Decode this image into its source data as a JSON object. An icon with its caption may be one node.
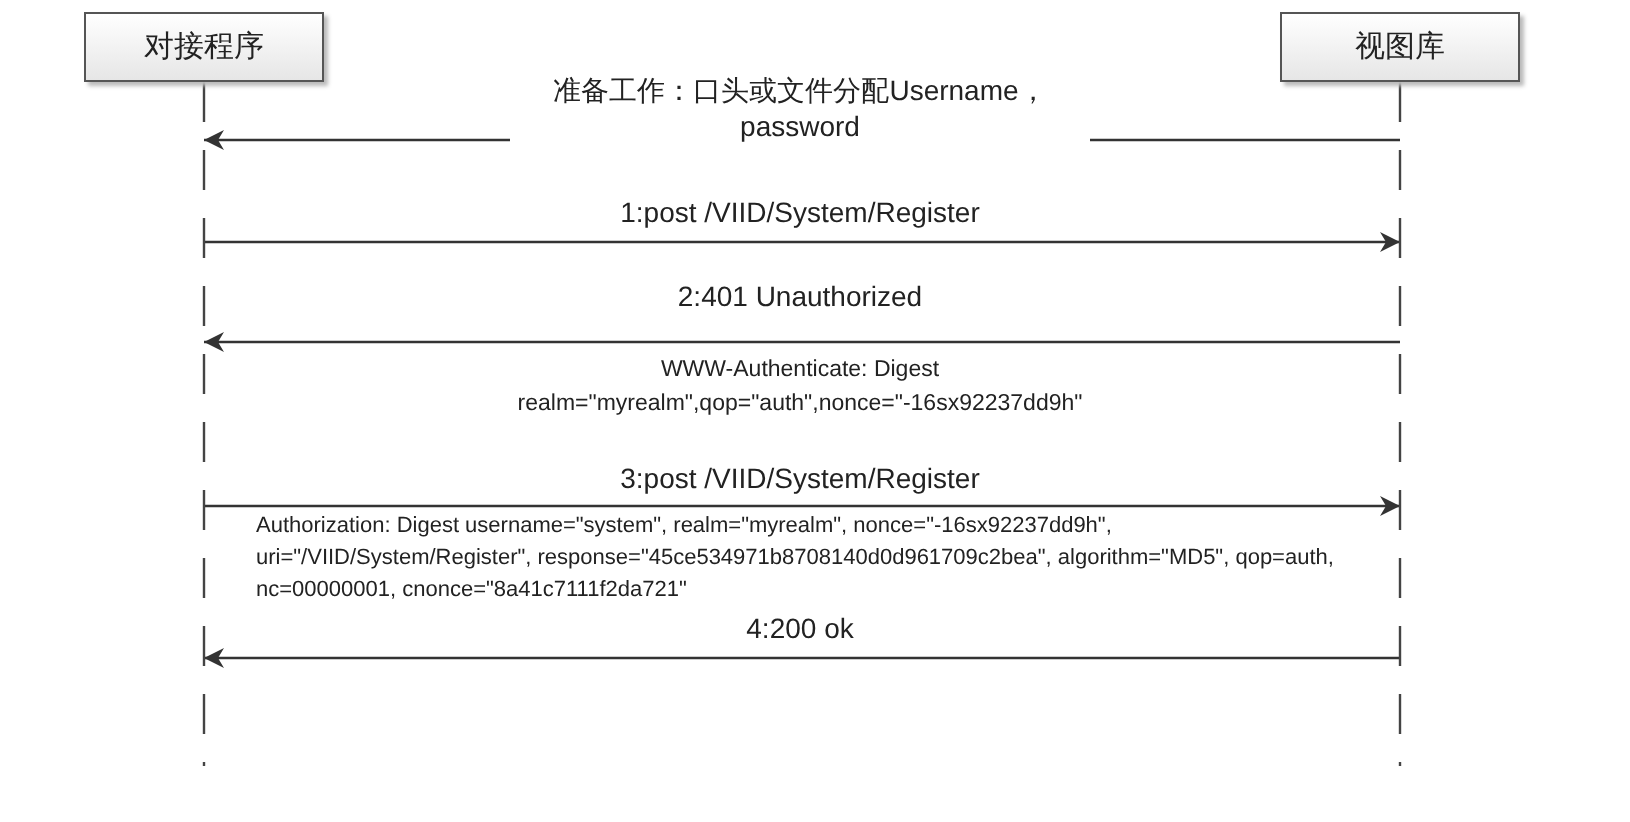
{
  "diagram": {
    "nodes": [
      {
        "text": [
          "对接程序"
        ]
      },
      {
        "text": [
          "视图库"
        ]
      }
    ],
    "edges": [
      {
        "from": 1,
        "to": 0,
        "arrow": "to",
        "label": "准备工作：口头或文件分配Username， password"
      },
      {
        "from": 0,
        "to": 1,
        "arrow": "to",
        "label": "1:post /VIID/System/Register"
      },
      {
        "from": 1,
        "to": 0,
        "arrow": "to",
        "label": "2:401 Unauthorized"
      },
      {
        "from": 0,
        "to": 1,
        "arrow": "to",
        "label": "3:post /VIID/System/Register"
      },
      {
        "from": 1,
        "to": 0,
        "arrow": "to",
        "label": "4:200 ok"
      }
    ],
    "labels": [
      "WWW-Authenticate: Digest realm=\"myrealm\",qop=\"auth\",nonce=\"-16sx92237dd9h\"",
      "Authorization: Digest username=\"system\", realm=\"myrealm\", nonce=\"-16sx92237dd9h\", uri=\"/VIID/System/Register\", response=\"45ce534971b8708140d0d961709c2bea\", algorithm=\"MD5\", qop=auth, nc=00000001, cnonce=\"8a41c7111f2da721\""
    ]
  }
}
